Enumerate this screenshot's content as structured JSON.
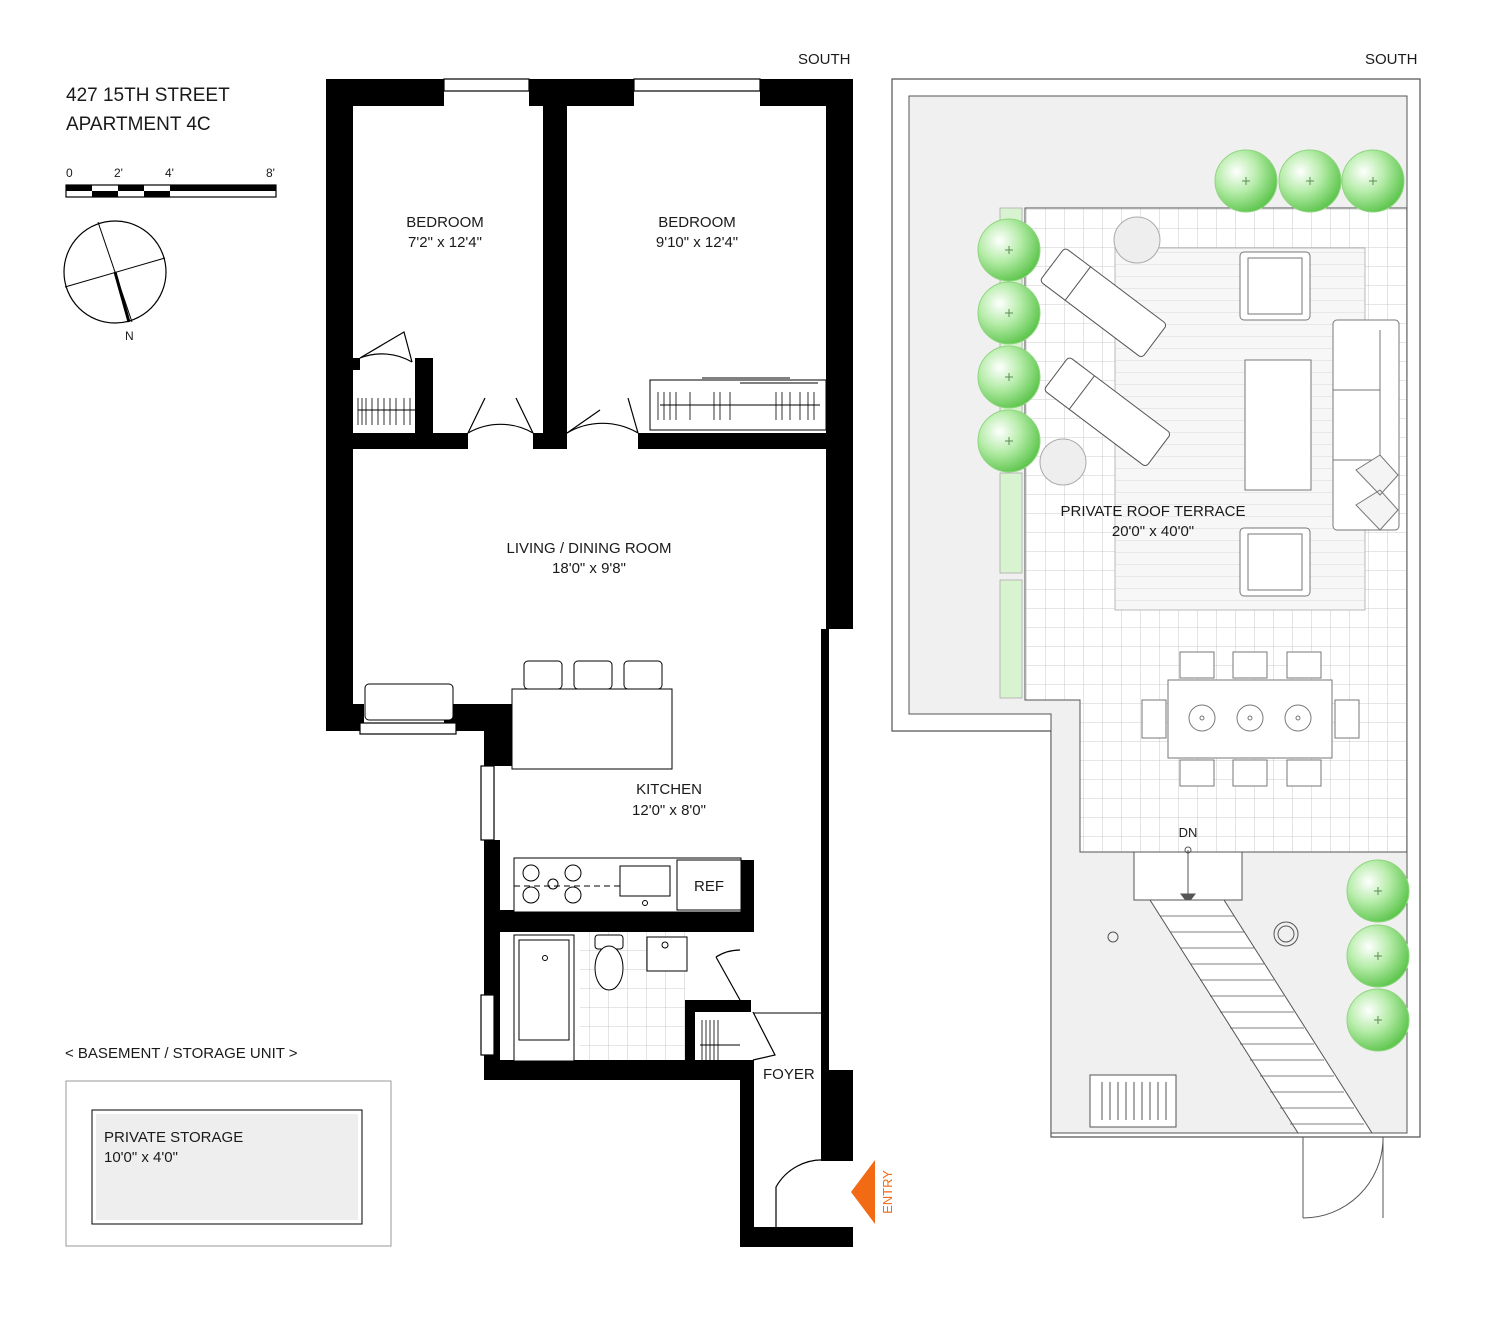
{
  "header": {
    "address": "427 15TH STREET",
    "unit": "APARTMENT 4C"
  },
  "scale_bar": {
    "ticks": [
      "0",
      "2'",
      "4'",
      "8'"
    ]
  },
  "compass": {
    "north_label": "N"
  },
  "orientation": {
    "apartment": "SOUTH",
    "terrace": "SOUTH"
  },
  "rooms": {
    "bedroom1": {
      "name": "BEDROOM",
      "size": "7'2\" x 12'4\""
    },
    "bedroom2": {
      "name": "BEDROOM",
      "size": "9'10\" x 12'4\""
    },
    "living": {
      "name": "LIVING / DINING ROOM",
      "size": "18'0\" x 9'8\""
    },
    "kitchen": {
      "name": "KITCHEN",
      "size": "12'0\" x 8'0\""
    },
    "refrigerator": "REF",
    "foyer": "FOYER",
    "entry": "ENTRY"
  },
  "storage": {
    "heading": "< BASEMENT / STORAGE UNIT >",
    "name": "PRIVATE STORAGE",
    "size": "10'0\" x 4'0\""
  },
  "terrace": {
    "name": "PRIVATE ROOF TERRACE",
    "size": "20'0\" x 40'0\"",
    "stair_label": "DN"
  },
  "colors": {
    "wall": "#000000",
    "entry_arrow": "#f26a13",
    "terrace_floor": "#f2f2f2",
    "tree_light": "#e9fbe6",
    "tree_dark": "#62cc4f",
    "planter": "#d8f3cf"
  }
}
